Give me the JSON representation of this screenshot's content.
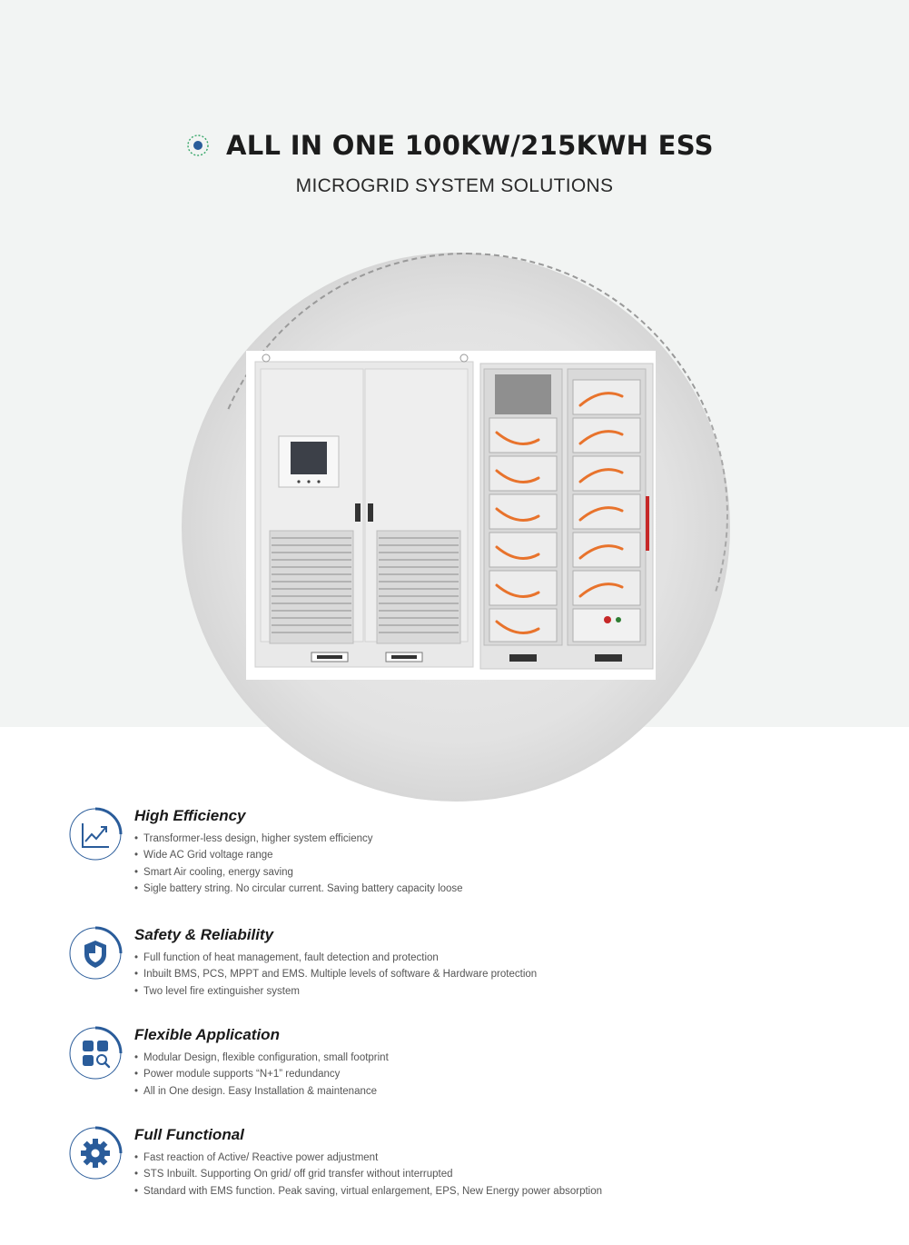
{
  "header": {
    "title": "ALL IN ONE 100KW/215KWH ESS",
    "subtitle": "MICROGRID SYSTEM SOLUTIONS"
  },
  "colors": {
    "accent_blue": "#2a5c9a",
    "accent_green": "#3aa86b",
    "band": "#f2f4f3"
  },
  "features": [
    {
      "icon": "chart-growth-icon",
      "title": "High Efficiency",
      "items": [
        "Transformer-less design, higher system efficiency",
        "Wide AC Grid voltage range",
        "Smart Air cooling, energy saving",
        "Sigle battery string. No circular current. Saving battery capacity loose"
      ]
    },
    {
      "icon": "shield-icon",
      "title": "Safety & Reliability",
      "items": [
        "Full function of heat management, fault detection and protection",
        "Inbuilt BMS, PCS, MPPT and EMS. Multiple levels of software & Hardware protection",
        "Two level fire extinguisher system"
      ]
    },
    {
      "icon": "modules-search-icon",
      "title": "Flexible Application",
      "items": [
        "Modular Design, flexible configuration, small footprint",
        "Power module supports “N+1” redundancy",
        "All in One design. Easy Installation & maintenance"
      ]
    },
    {
      "icon": "gear-icon",
      "title": "Full Functional",
      "items": [
        "Fast reaction of Active/ Reactive power adjustment",
        "STS Inbuilt. Supporting On grid/ off grid transfer without interrupted",
        "Standard with EMS function. Peak saving, virtual enlargement, EPS, New Energy power absorption"
      ]
    }
  ]
}
